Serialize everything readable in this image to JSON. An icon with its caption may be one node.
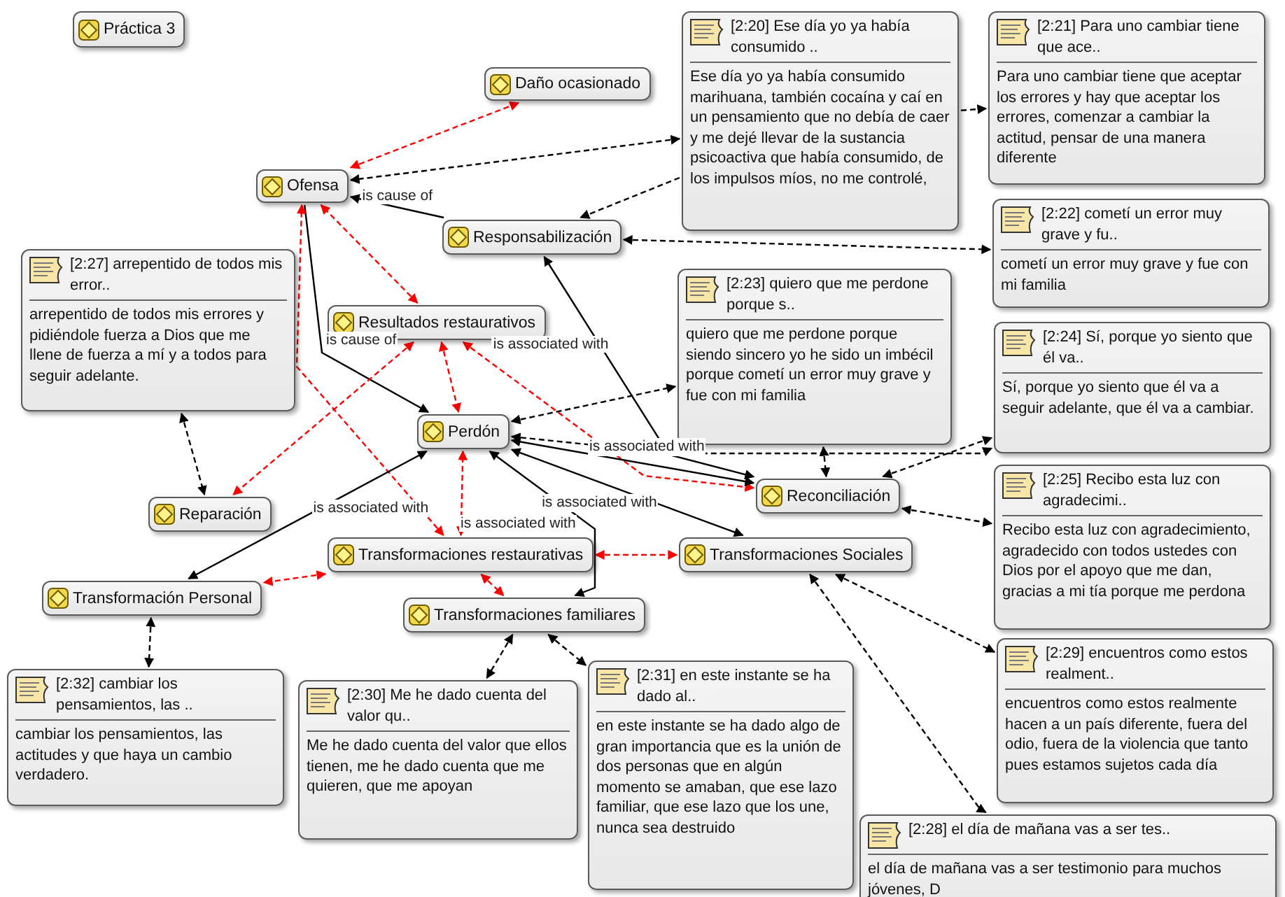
{
  "diagram": {
    "nodes": [
      {
        "text": [
          "Práctica 3"
        ]
      },
      {
        "text": [
          "Daño ocasionado"
        ]
      },
      {
        "text": [
          "Ofensa"
        ]
      },
      {
        "text": [
          "Responsabilización"
        ]
      },
      {
        "text": [
          "Resultados restaurativos"
        ]
      },
      {
        "text": [
          "Perdón"
        ]
      },
      {
        "text": [
          "Reparación"
        ]
      },
      {
        "text": [
          "Transformación Personal"
        ]
      },
      {
        "text": [
          "Transformaciones restaurativas"
        ]
      },
      {
        "text": [
          "Transformaciones familiares"
        ]
      },
      {
        "text": [
          "Reconciliación"
        ]
      },
      {
        "text": [
          "Transformaciones Sociales"
        ]
      },
      {
        "text": [
          "[2:20] Ese día yo ya había consumido ..",
          "Ese día yo ya había consumido marihuana, también cocaína y caí en un pensamiento que no debía de caer y me dejé llevar de la sustancia psicoactiva que había consumido, de los impulsos míos, no me controlé,"
        ]
      },
      {
        "text": [
          "[2:21] Para uno cambiar tiene que ace..",
          "Para uno cambiar tiene que aceptar los errores y hay que aceptar los errores, comenzar a cambiar la actitud, pensar de una manera diferente"
        ]
      },
      {
        "text": [
          "[2:22] cometí un error muy grave y fu..",
          "cometí un error muy grave y fue con mi familia"
        ]
      },
      {
        "text": [
          "[2:23] quiero que me perdone porque s..",
          "quiero que me perdone porque siendo sincero yo he sido un imbécil porque cometí un error muy grave y fue con mi familia"
        ]
      },
      {
        "text": [
          "[2:24] Sí, porque yo siento que él va..",
          "Sí, porque yo siento que él va a seguir adelante, que él va a cambiar."
        ]
      },
      {
        "text": [
          "[2:25] Recibo esta luz con agradecimi..",
          "Recibo esta luz con agradecimiento, agradecido con todos ustedes con Dios por el apoyo que me dan, gracias a mi tía porque me perdona"
        ]
      },
      {
        "text": [
          "[2:27] arrepentido de todos mis error..",
          "arrepentido de todos mis errores y pidiéndole fuerza a Dios que me llene de fuerza a mí y a todos para seguir adelante."
        ]
      },
      {
        "text": [
          "[2:32] cambiar los pensamientos, las ..",
          "cambiar los pensamientos, las actitudes y que haya un cambio verdadero."
        ]
      },
      {
        "text": [
          "[2:30] Me he dado cuenta del valor qu..",
          "Me he dado cuenta del valor que ellos tienen, me he dado cuenta que me quieren, que me apoyan"
        ]
      },
      {
        "text": [
          "[2:31] en este instante se ha dado al..",
          "en este instante se ha dado algo de gran importancia que es la unión de dos personas que en algún momento se amaban, que ese lazo familiar, que ese lazo que los une, nunca sea destruido"
        ]
      },
      {
        "text": [
          "[2:28] el día de mañana vas a ser tes..",
          "el día de mañana vas a ser testimonio para muchos jóvenes, D"
        ]
      },
      {
        "text": [
          "[2:29] encuentros como estos realment..",
          "encuentros como estos realmente hacen a un país diferente, fuera del odio, fuera de la violencia que tanto pues estamos sujetos cada día"
        ]
      }
    ],
    "edges": [
      {
        "from": 2,
        "to": 1,
        "arrow": "both",
        "style": "dashed",
        "color": "#ff0000"
      },
      {
        "from": 12,
        "to": 2,
        "arrow": "both",
        "style": "dashed"
      },
      {
        "from": 12,
        "to": 13,
        "arrow": "to",
        "style": "dashed"
      },
      {
        "from": 3,
        "to": 2,
        "arrow": "to",
        "label": "is cause of"
      },
      {
        "from": 12,
        "to": 3,
        "arrow": "to",
        "style": "dashed"
      },
      {
        "from": 3,
        "to": 14,
        "arrow": "both",
        "style": "dashed"
      },
      {
        "from": 2,
        "to": 5,
        "arrow": "to",
        "label": "is cause of"
      },
      {
        "from": 4,
        "to": 2,
        "arrow": "both",
        "style": "dashed",
        "color": "#ff0000"
      },
      {
        "from": 8,
        "to": 2,
        "arrow": "both",
        "style": "dashed",
        "color": "#ff0000"
      },
      {
        "from": 4,
        "to": 5,
        "arrow": "both",
        "style": "dashed",
        "color": "#ff0000"
      },
      {
        "from": 4,
        "to": 6,
        "arrow": "both",
        "style": "dashed",
        "color": "#ff0000"
      },
      {
        "from": 4,
        "to": 10,
        "arrow": "both",
        "style": "dashed",
        "color": "#ff0000"
      },
      {
        "from": 10,
        "to": 3,
        "arrow": "both",
        "label": "is associated with"
      },
      {
        "from": 5,
        "to": 15,
        "arrow": "both",
        "style": "dashed"
      },
      {
        "from": 5,
        "to": 16,
        "arrow": "both",
        "style": "dashed"
      },
      {
        "from": 15,
        "to": 10,
        "arrow": "both",
        "style": "dashed"
      },
      {
        "from": 10,
        "to": 16,
        "arrow": "both",
        "style": "dashed"
      },
      {
        "from": 5,
        "to": 10,
        "arrow": "both",
        "label": "is associated with"
      },
      {
        "from": 5,
        "to": 11,
        "arrow": "both",
        "label": "is associated with"
      },
      {
        "from": 5,
        "to": 7,
        "arrow": "both",
        "label": "is associated with"
      },
      {
        "from": 5,
        "to": 9,
        "arrow": "both",
        "label": "is associated with"
      },
      {
        "from": 8,
        "to": 5,
        "arrow": "both",
        "style": "dashed",
        "color": "#ff0000"
      },
      {
        "from": 18,
        "to": 6,
        "arrow": "both",
        "style": "dashed"
      },
      {
        "from": 8,
        "to": 7,
        "arrow": "both",
        "style": "dashed",
        "color": "#ff0000"
      },
      {
        "from": 8,
        "to": 9,
        "arrow": "both",
        "style": "dashed",
        "color": "#ff0000"
      },
      {
        "from": 8,
        "to": 11,
        "arrow": "both",
        "style": "dashed",
        "color": "#ff0000"
      },
      {
        "from": 10,
        "to": 17,
        "arrow": "both",
        "style": "dashed"
      },
      {
        "from": 7,
        "to": 19,
        "arrow": "both",
        "style": "dashed"
      },
      {
        "from": 9,
        "to": 20,
        "arrow": "both",
        "style": "dashed"
      },
      {
        "from": 9,
        "to": 21,
        "arrow": "both",
        "style": "dashed"
      },
      {
        "from": 11,
        "to": 23,
        "arrow": "both",
        "style": "dashed"
      },
      {
        "from": 11,
        "to": 22,
        "arrow": "both",
        "style": "dashed"
      }
    ]
  }
}
